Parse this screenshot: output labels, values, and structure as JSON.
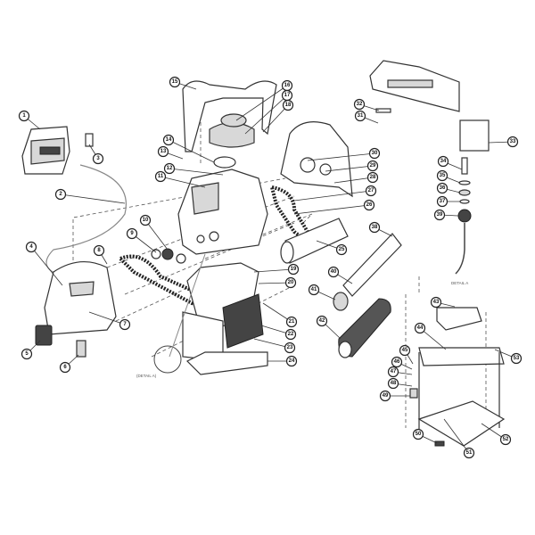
{
  "diagram": {
    "type": "exploded parts diagram",
    "callouts": [
      "1",
      "2",
      "3",
      "4",
      "5",
      "6",
      "7",
      "8",
      "9",
      "10",
      "11",
      "12",
      "13",
      "14",
      "15",
      "16",
      "17",
      "18",
      "19",
      "20",
      "21",
      "22",
      "23",
      "24",
      "25",
      "26",
      "27",
      "28",
      "29",
      "30",
      "31",
      "32",
      "33",
      "34",
      "35",
      "36",
      "37",
      "38",
      "39",
      "40",
      "41",
      "42",
      "43",
      "44",
      "45",
      "46",
      "47",
      "48",
      "49",
      "50",
      "51",
      "52",
      "53"
    ],
    "detail_label_left": "(DETAIL A)",
    "detail_label_right": "DETAIL A"
  }
}
